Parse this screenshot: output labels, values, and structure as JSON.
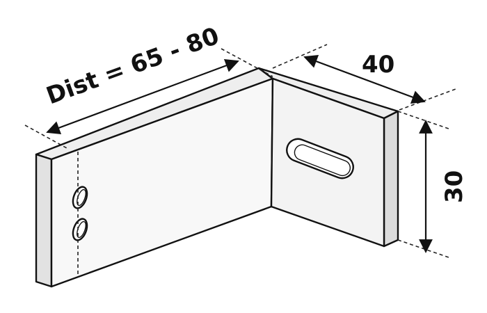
{
  "diagram": {
    "dimensions": {
      "length_label": "Dist = 65 - 80",
      "width_label": "40",
      "height_label": "30"
    },
    "colors": {
      "line": "#111111",
      "face_light": "#f7f7f7",
      "face_mid": "#e6e6e6",
      "background": "#ffffff"
    }
  }
}
